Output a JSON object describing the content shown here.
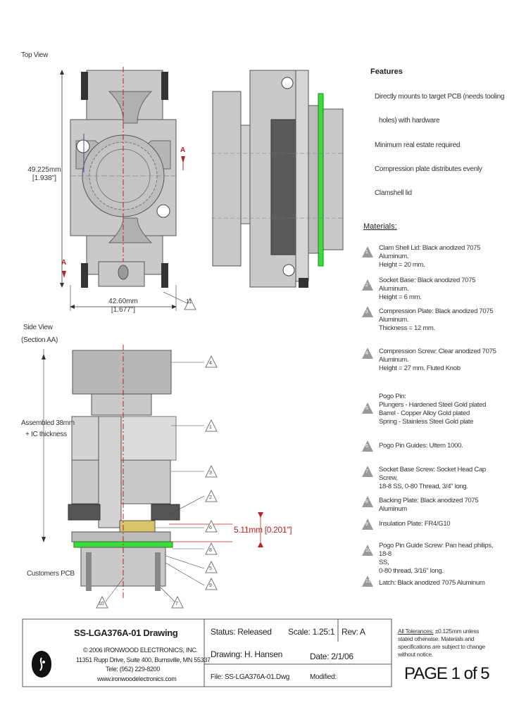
{
  "views": {
    "top_view_label": "Top View",
    "side_view_label": "Side View",
    "side_view_sub": "(Section AA)",
    "section_marker": "A",
    "assembled_label_1": "Assembled 38mm",
    "assembled_label_2": "+ IC thickness",
    "customer_pcb_label": "Customers PCB"
  },
  "dimensions": {
    "height_mm": "49.225mm",
    "height_in": "[1.938\"]",
    "width_mm": "42.60mm",
    "width_in": "[1.677\"]",
    "gap_dim": "5.11mm [0.201\"]"
  },
  "callouts": {
    "top_view": "11",
    "side_view": [
      "4",
      "1",
      "3",
      "2",
      "6",
      "8",
      "5",
      "9",
      "7"
    ],
    "bottom_left": "10",
    "bottom_right": "7"
  },
  "features": {
    "title": "Features",
    "items": [
      "Directly mounts to target PCB (needs tooling",
      "holes) with hardware",
      "Minimum real estate required",
      "Compression plate distributes evenly",
      "Clamshell lid"
    ]
  },
  "materials": {
    "title": "Materials:",
    "items": [
      {
        "num": "1",
        "lines": [
          "Clam Shell Lid: Black anodized 7075 Aluminum.",
          "Height = 20 mm."
        ]
      },
      {
        "num": "2",
        "lines": [
          "Socket Base: Black anodized 7075 Aluminum.",
          "Height = 6 mm."
        ]
      },
      {
        "num": "3",
        "lines": [
          "Compression Plate: Black anodized 7075",
          "Aluminum.",
          "Thickness = 12 mm."
        ]
      },
      {
        "num": "4",
        "lines": [
          "Compression Screw: Clear anodized 7075",
          "Aluminum.",
          "Height = 27 mm. Fluted Knob"
        ]
      },
      {
        "num": "5",
        "lines": [
          "Pogo Pin:",
          "Plungers - Hardened Steel Gold plated",
          "Barrel - Copper Alloy Gold plated",
          "Spring - Stainless Steel Gold plate"
        ]
      },
      {
        "num": "6",
        "lines": [
          "Pogo Pin Guides: Ultem 1000."
        ]
      },
      {
        "num": "7",
        "lines": [
          "Socket Base Screw: Socket Head Cap Screw,",
          "18-8 SS, 0-80 Thread, 3/4\" long."
        ]
      },
      {
        "num": "8",
        "lines": [
          "Backing Plate: Black anodized 7075 Aluminum"
        ]
      },
      {
        "num": "9",
        "lines": [
          "Insulation Plate: FR4/G10"
        ]
      },
      {
        "num": "10",
        "lines": [
          "Pogo Pin Guide Screw: Pan head philips, 18-8",
          "SS,",
          "0-80 thread, 3/16\" long."
        ]
      },
      {
        "num": "11",
        "lines": [
          "Latch: Black anodized 7075 Aluminum"
        ]
      }
    ]
  },
  "title_block": {
    "drawing_title": "SS-LGA376A-01 Drawing",
    "copyright": "© 2006 IRONWOOD ELECTRONICS, INC.",
    "address": "11351 Rupp Drive, Suite 400, Burnsville, MN 55337",
    "phone": "Tele: (952) 229-8200",
    "website": "www.ironwoodelectronics.com",
    "status": "Status: Released",
    "scale": "Scale: 1.25:1",
    "rev": "Rev: A",
    "drawn": "Drawing: H. Hansen",
    "date": "Date: 2/1/06",
    "file": "File: SS-LGA376A-01.Dwg",
    "modified": "Modified:",
    "tolerances_label": "All Tolerances:",
    "tolerances_text": "±0.125mm unless stated otherwise. Materials and specifications are subject to change without notice.",
    "page": "PAGE 1 of 5"
  }
}
